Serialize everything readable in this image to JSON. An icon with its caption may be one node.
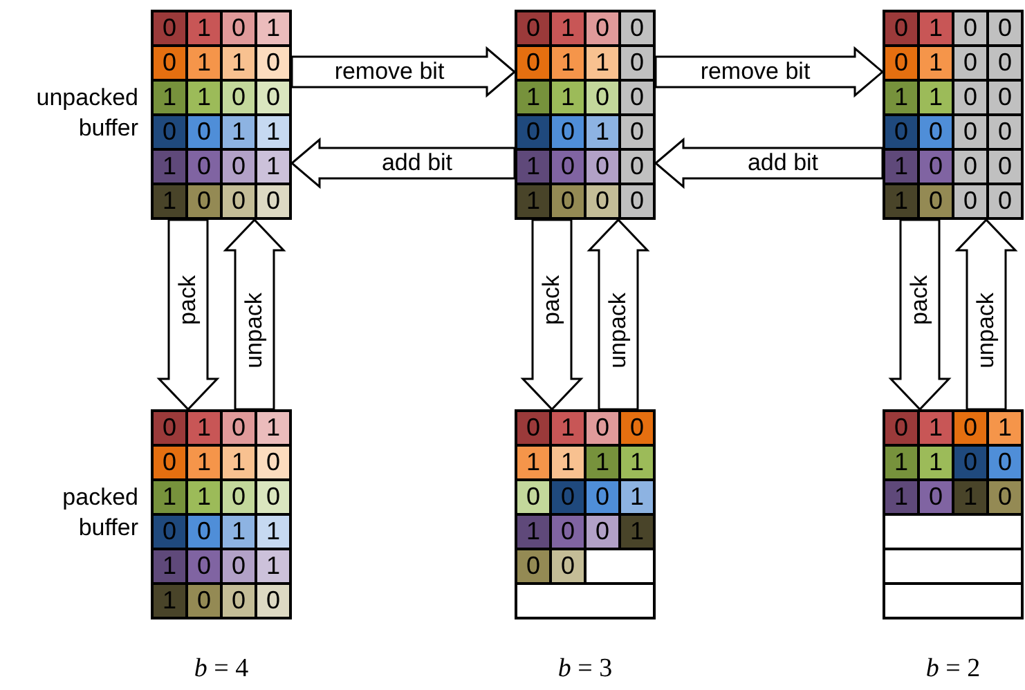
{
  "diagram": {
    "nodes": [
      {
        "text": [
          "0",
          "1",
          "0",
          "1",
          "0",
          "1",
          "1",
          "0",
          "1",
          "1",
          "0",
          "0",
          "0",
          "0",
          "1",
          "1",
          "1",
          "0",
          "0",
          "1",
          "1",
          "0",
          "0",
          "0"
        ],
        "beside": [
          "unpacked buffer"
        ]
      },
      {
        "text": [
          "0",
          "1",
          "0",
          "0",
          "0",
          "1",
          "1",
          "0",
          "1",
          "1",
          "0",
          "0",
          "0",
          "0",
          "1",
          "0",
          "1",
          "0",
          "0",
          "0",
          "1",
          "0",
          "0",
          "0"
        ]
      },
      {
        "text": [
          "0",
          "1",
          "0",
          "0",
          "0",
          "1",
          "0",
          "0",
          "1",
          "1",
          "0",
          "0",
          "0",
          "0",
          "0",
          "0",
          "1",
          "0",
          "0",
          "0",
          "1",
          "0",
          "0",
          "0"
        ]
      },
      {
        "text": [
          "0",
          "1",
          "0",
          "1",
          "0",
          "1",
          "1",
          "0",
          "1",
          "1",
          "0",
          "0",
          "0",
          "0",
          "1",
          "1",
          "1",
          "0",
          "0",
          "1",
          "1",
          "0",
          "0",
          "0"
        ],
        "beside": [
          "packed buffer"
        ]
      },
      {
        "text": [
          "0",
          "1",
          "0",
          "0",
          "1",
          "1",
          "1",
          "1",
          "0",
          "0",
          "0",
          "1",
          "1",
          "0",
          "0",
          "1",
          "0",
          "0"
        ]
      },
      {
        "text": [
          "0",
          "1",
          "0",
          "1",
          "1",
          "1",
          "0",
          "0",
          "1",
          "0",
          "1",
          "0"
        ]
      },
      {
        "text": [],
        "shape": "box",
        "in": 4
      },
      {
        "text": [],
        "shape": "box",
        "in": 4
      },
      {
        "text": [],
        "shape": "box",
        "in": 5
      },
      {
        "text": [],
        "shape": "box",
        "in": 5
      },
      {
        "text": [],
        "shape": "box",
        "in": 5
      }
    ],
    "edges": [
      {
        "from": 0,
        "to": 1,
        "arrow": "to",
        "label": "remove bit"
      },
      {
        "from": 1,
        "to": 0,
        "arrow": "to",
        "label": "add bit"
      },
      {
        "from": 1,
        "to": 2,
        "arrow": "to",
        "label": "remove bit"
      },
      {
        "from": 2,
        "to": 1,
        "arrow": "to",
        "label": "add bit"
      },
      {
        "from": 0,
        "to": 3,
        "arrow": "to",
        "label": "pack"
      },
      {
        "from": 3,
        "to": 0,
        "arrow": "to",
        "label": "unpack"
      },
      {
        "from": 1,
        "to": 4,
        "arrow": "to",
        "label": "pack"
      },
      {
        "from": 4,
        "to": 1,
        "arrow": "to",
        "label": "unpack"
      },
      {
        "from": 2,
        "to": 5,
        "arrow": "to",
        "label": "pack"
      },
      {
        "from": 5,
        "to": 2,
        "arrow": "to",
        "label": "unpack"
      }
    ],
    "labels": [
      "*b* = 4",
      "*b* = 3",
      "*b* = 2"
    ]
  }
}
